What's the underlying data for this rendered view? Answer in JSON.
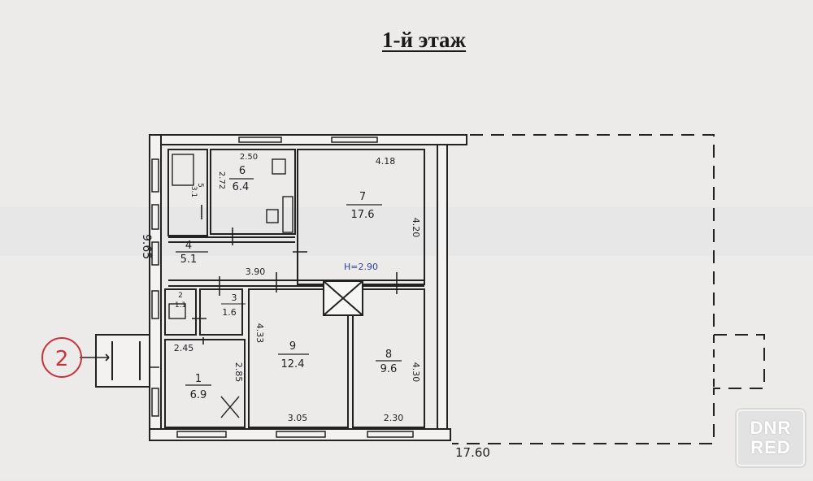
{
  "title": "1-й этаж",
  "entrance_marker": "2",
  "rooms": [
    {
      "id": "1",
      "area": "6.9"
    },
    {
      "id": "2",
      "area": "1.1"
    },
    {
      "id": "3",
      "area": "1.6"
    },
    {
      "id": "4",
      "area": "5.1"
    },
    {
      "id": "5",
      "area": "3.1"
    },
    {
      "id": "6",
      "area": "6.4"
    },
    {
      "id": "7",
      "area": "17.6"
    },
    {
      "id": "8",
      "area": "9.6"
    },
    {
      "id": "9",
      "area": "12.4"
    }
  ],
  "dimensions": {
    "total_length": "17.60",
    "total_width": "9.65",
    "room6_width": "2.50",
    "room6_depth": "2.72",
    "room7_width": "4.18",
    "room7_depth": "4.20",
    "ceiling_height": "H=2.90",
    "corridor_length": "3.90",
    "room9_depth": "4.33",
    "room9_width": "3.05",
    "room8_width": "2.30",
    "room8_depth": "4.30",
    "room1_width": "2.45",
    "room1_depth": "2.85"
  },
  "watermark": {
    "line1": "DNR",
    "line2": "RED"
  },
  "colors": {
    "ink": "#1f1f24",
    "paper": "#eceae9",
    "marker": "#c8323c",
    "blue_ink": "#2a3fa0"
  }
}
